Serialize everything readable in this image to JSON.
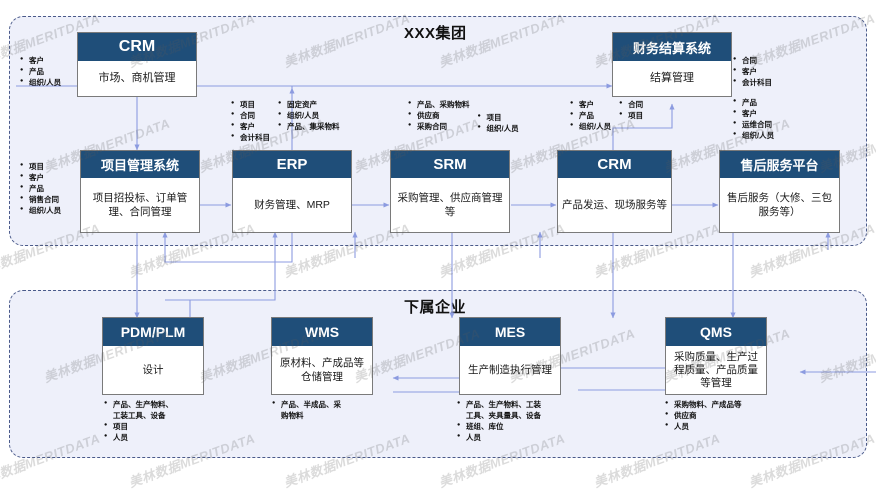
{
  "diagram": {
    "watermark": "美林数据MERITDATA",
    "groups": [
      {
        "id": "group",
        "title": "XXX集团"
      },
      {
        "id": "sub",
        "title": "下属企业"
      }
    ],
    "colors": {
      "header_navy": "#1F4E79",
      "panel_bg": "#EEF0FA",
      "border_dashed": "#4A5A8A",
      "arrow": "#8C9BE0"
    },
    "boxes": [
      {
        "id": "crm-top",
        "title": "CRM",
        "body": "市场、商机管理"
      },
      {
        "id": "fin",
        "title": "财务结算系统",
        "body": "结算管理"
      },
      {
        "id": "pms",
        "title": "项目管理系统",
        "body": "项目招投标、订单管理、合同管理"
      },
      {
        "id": "erp",
        "title": "ERP",
        "body": "财务管理、MRP"
      },
      {
        "id": "srm",
        "title": "SRM",
        "body": "采购管理、供应商管理等"
      },
      {
        "id": "crm-bot",
        "title": "CRM",
        "body": "产品发运、现场服务等"
      },
      {
        "id": "aftersale",
        "title": "售后服务平台",
        "body": "售后服务（大修、三包服务等）"
      },
      {
        "id": "pdm",
        "title": "PDM/PLM",
        "body": "设计"
      },
      {
        "id": "wms",
        "title": "WMS",
        "body": "原材料、产成品等仓储管理"
      },
      {
        "id": "mes",
        "title": "MES",
        "body": "生产制造执行管理"
      },
      {
        "id": "qms",
        "title": "QMS",
        "body": "采购质量、生产过程质量、产品质量等管理"
      }
    ],
    "lists": [
      {
        "id": "list-crm-top",
        "items": [
          "客户",
          "产品",
          "组织/人员"
        ]
      },
      {
        "id": "list-pms",
        "items": [
          "项目",
          "客户",
          "产品",
          "销售合同",
          "组织/人员"
        ]
      },
      {
        "id": "list-fin",
        "items": [
          "合同",
          "客户",
          "会计科目"
        ]
      },
      {
        "id": "list-aftersale",
        "items": [
          "产品",
          "客户",
          "运维合同",
          "组织/人员"
        ]
      },
      {
        "id": "list-pdm",
        "items": [
          "产品、生产物料、",
          "工装工具、设备",
          "项目",
          "人员"
        ]
      },
      {
        "id": "list-wms",
        "items": [
          "产品、半成品、采",
          "购物料"
        ]
      },
      {
        "id": "list-mes",
        "items": [
          "产品、生产物料、工装",
          "工具、夹具量具、设备",
          "班组、库位",
          "人员"
        ]
      },
      {
        "id": "list-qms",
        "items": [
          "采购物料、产成品等",
          "供应商",
          "人员"
        ]
      }
    ],
    "list_columns": [
      {
        "id": "list-erp",
        "col_a": [
          "项目",
          "合同",
          "客户",
          "会计科目"
        ],
        "col_b": [
          "固定资产",
          "组织/人员",
          "产品、集采物料"
        ]
      },
      {
        "id": "list-srm",
        "col_a": [
          "产品、采购物料",
          "供应商",
          "采购合同"
        ],
        "col_b": [
          "项目",
          "组织/人员"
        ]
      },
      {
        "id": "list-crm-bot",
        "col_a": [
          "客户",
          "产品",
          "组织/人员"
        ],
        "col_b": [
          "合同",
          "项目"
        ]
      }
    ]
  }
}
